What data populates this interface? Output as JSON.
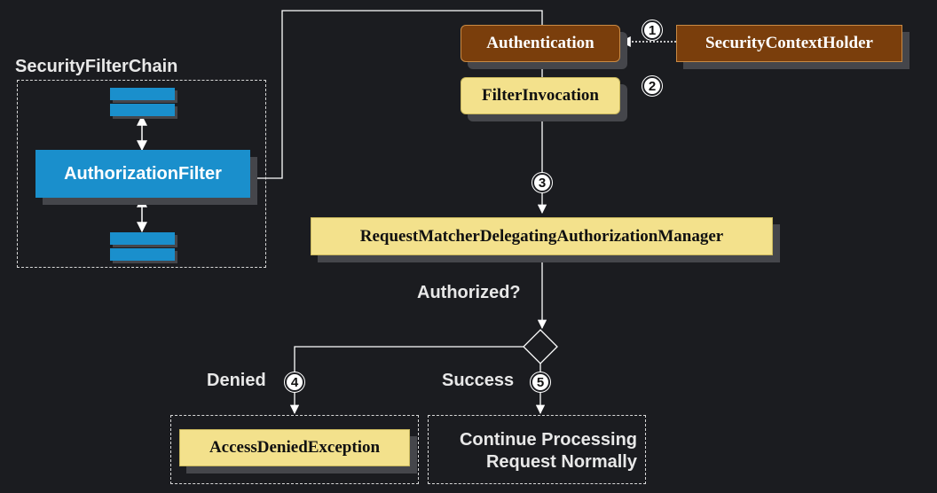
{
  "diagram": {
    "chain_label": "SecurityFilterChain",
    "authorization_filter": "AuthorizationFilter",
    "authentication": "Authentication",
    "security_context_holder": "SecurityContextHolder",
    "filter_invocation": "FilterInvocation",
    "manager": "RequestMatcherDelegatingAuthorizationManager",
    "decision_question": "Authorized?",
    "denied_label": "Denied",
    "success_label": "Success",
    "access_denied": "AccessDeniedException",
    "continue_line1": "Continue Processing",
    "continue_line2": "Request Normally",
    "steps": [
      "1",
      "2",
      "3",
      "4",
      "5"
    ]
  },
  "colors": {
    "background": "#1b1c20",
    "filter_blue": "#1a8fcc",
    "yellow_box": "#f3e18c",
    "brown_box": "#7a3e0c"
  }
}
